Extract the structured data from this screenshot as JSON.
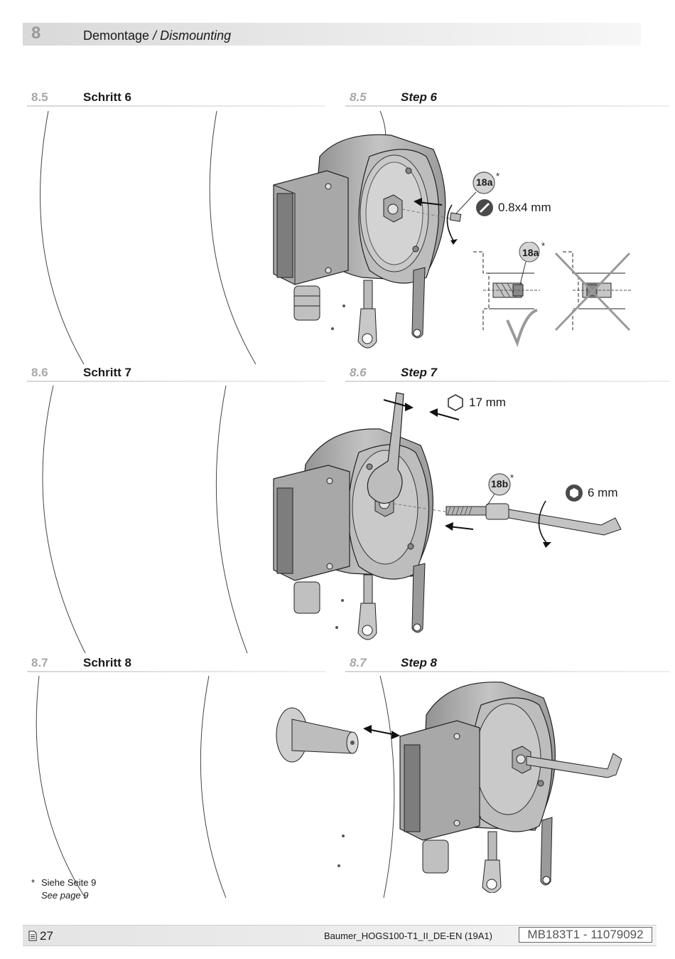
{
  "header": {
    "chapter_number": "8",
    "title_de": "Demontage",
    "title_separator": " / ",
    "title_en": "Dismounting"
  },
  "sections": [
    {
      "number": "8.5",
      "title_de": "Schritt 6",
      "title_en": "Step 6"
    },
    {
      "number": "8.6",
      "title_de": "Schritt 7",
      "title_en": "Step 7"
    },
    {
      "number": "8.7",
      "title_de": "Schritt 8",
      "title_en": "Step 8"
    }
  ],
  "step6": {
    "part_callout": "18a",
    "part_callout_detail": "18a",
    "asterisk": "*",
    "tool_size": "0.8x4 mm",
    "tool_icon": "slotted-screwdriver-icon"
  },
  "step7": {
    "wrench_size": "17 mm",
    "wrench_icon": "hex-outline-icon",
    "part_callout": "18b",
    "asterisk": "*",
    "key_size": "6 mm",
    "key_icon": "hex-socket-icon"
  },
  "footnote": {
    "marker": "*",
    "text_de": "Siehe Seite 9",
    "text_en": "See page 9"
  },
  "footer": {
    "page_number": "27",
    "document_name": "Baumer_HOGS100-T1_II_DE-EN  (19A1)",
    "document_id": "MB183T1 - 11079092"
  },
  "colors": {
    "header_band": "#d9d9d9",
    "section_number": "#a7a7a7",
    "illustration_fill": "#b5b5b5",
    "check_mark": "#9a9a9a"
  }
}
